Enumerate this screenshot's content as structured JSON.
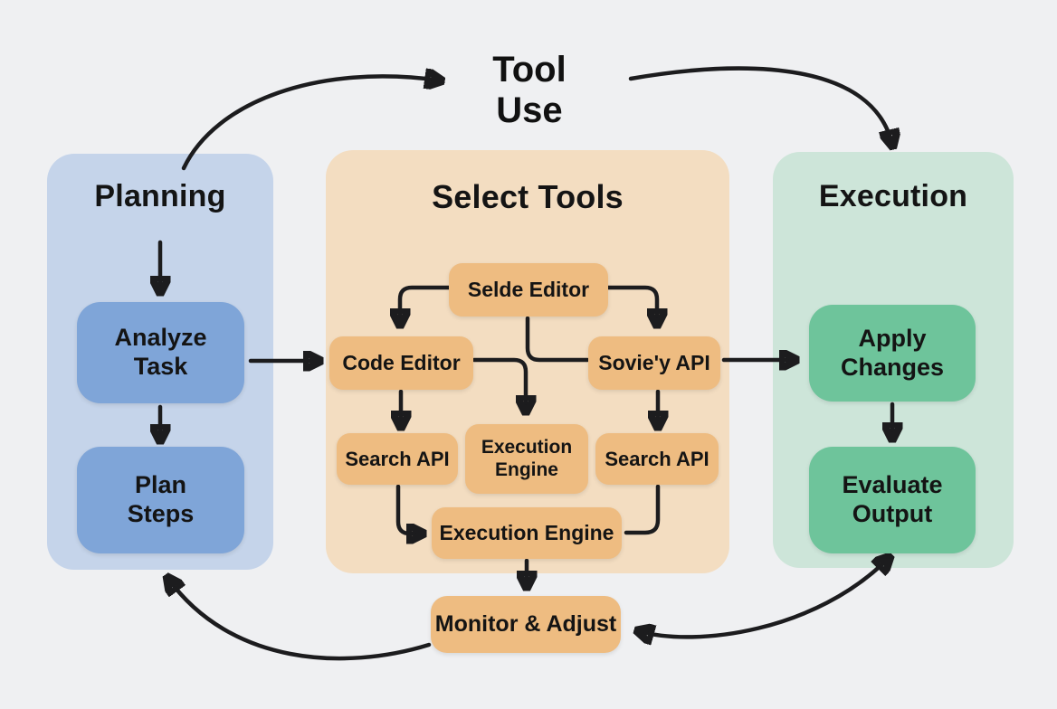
{
  "diagram_title": "Tool\nUse",
  "panels": {
    "planning": {
      "title": "Planning",
      "nodes": [
        {
          "label": "Analyze\nTask"
        },
        {
          "label": "Plan\nSteps"
        }
      ]
    },
    "select_tools": {
      "title": "Select Tools",
      "nodes": [
        {
          "label": "Selde Editor"
        },
        {
          "label": "Code Editor"
        },
        {
          "label": "Sovie'y API"
        },
        {
          "label": "Search API"
        },
        {
          "label": "Execution\nEngine"
        },
        {
          "label": "Search API"
        },
        {
          "label": "Execution Engine"
        }
      ]
    },
    "execution": {
      "title": "Execution",
      "nodes": [
        {
          "label": "Apply\nChanges"
        },
        {
          "label": "Evaluate\nOutput"
        }
      ]
    }
  },
  "footer_node": {
    "label": "Monitor & Adjust"
  },
  "colors": {
    "background": "#eff0f2",
    "planning_panel": "#c5d4ea",
    "planning_node": "#7fa5d8",
    "tools_panel": "#f3ddc1",
    "tools_node": "#eebc81",
    "execution_panel": "#cde5d9",
    "execution_node": "#6ec49b",
    "arrow": "#1c1c1e",
    "text": "#141414"
  }
}
